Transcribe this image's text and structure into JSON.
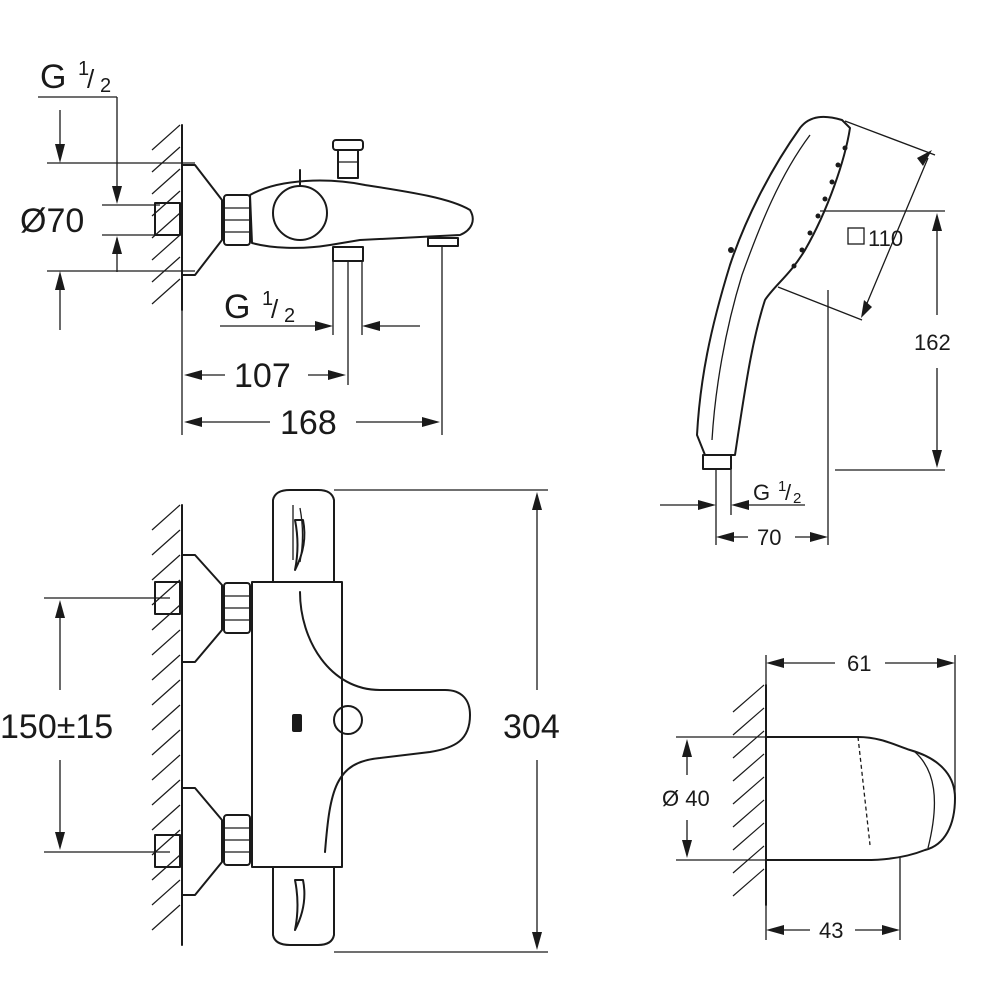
{
  "labels": {
    "thread_top": {
      "g": "G",
      "n": "1",
      "d": "2"
    },
    "dia_70": "Ø70",
    "thread_outlet": {
      "g": "G",
      "n": "1",
      "d": "2"
    },
    "dim_107": "107",
    "dim_168": "168",
    "dim_150": "150±15",
    "dim_304": "304",
    "square_110": "110",
    "dim_162": "162",
    "thread_hand": {
      "g": "G",
      "n": "1",
      "d": "2"
    },
    "dim_70_hand": "70",
    "dim_61": "61",
    "dia_40": "Ø 40",
    "dim_43": "43"
  }
}
